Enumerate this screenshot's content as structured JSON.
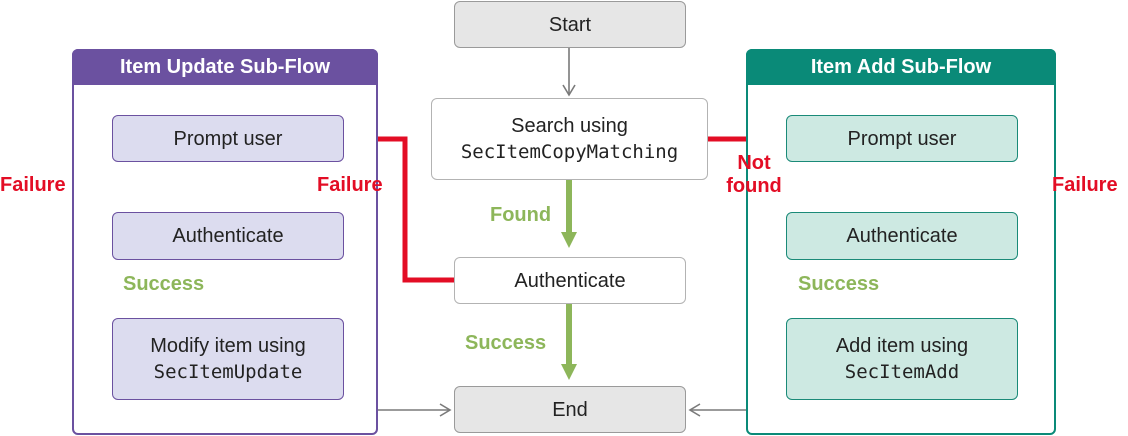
{
  "colors": {
    "purple": "#6b51a0",
    "teal": "#0a8a78",
    "red": "#e30d25",
    "green": "#8db65a",
    "gray_arrow": "#7a7a7a"
  },
  "update_flow": {
    "title": "Item Update Sub-Flow",
    "prompt": "Prompt user",
    "authenticate": "Authenticate",
    "modify_line1": "Modify item using",
    "modify_line2": "SecItemUpdate",
    "success": "Success",
    "failure": "Failure"
  },
  "main_flow": {
    "start": "Start",
    "search_line1": "Search using",
    "search_line2": "SecItemCopyMatching",
    "found": "Found",
    "authenticate": "Authenticate",
    "success": "Success",
    "failure": "Failure",
    "not_found_line1": "Not",
    "not_found_line2": "found",
    "end": "End"
  },
  "add_flow": {
    "title": "Item Add Sub-Flow",
    "prompt": "Prompt user",
    "authenticate": "Authenticate",
    "add_line1": "Add item using",
    "add_line2": "SecItemAdd",
    "success": "Success",
    "failure": "Failure"
  }
}
